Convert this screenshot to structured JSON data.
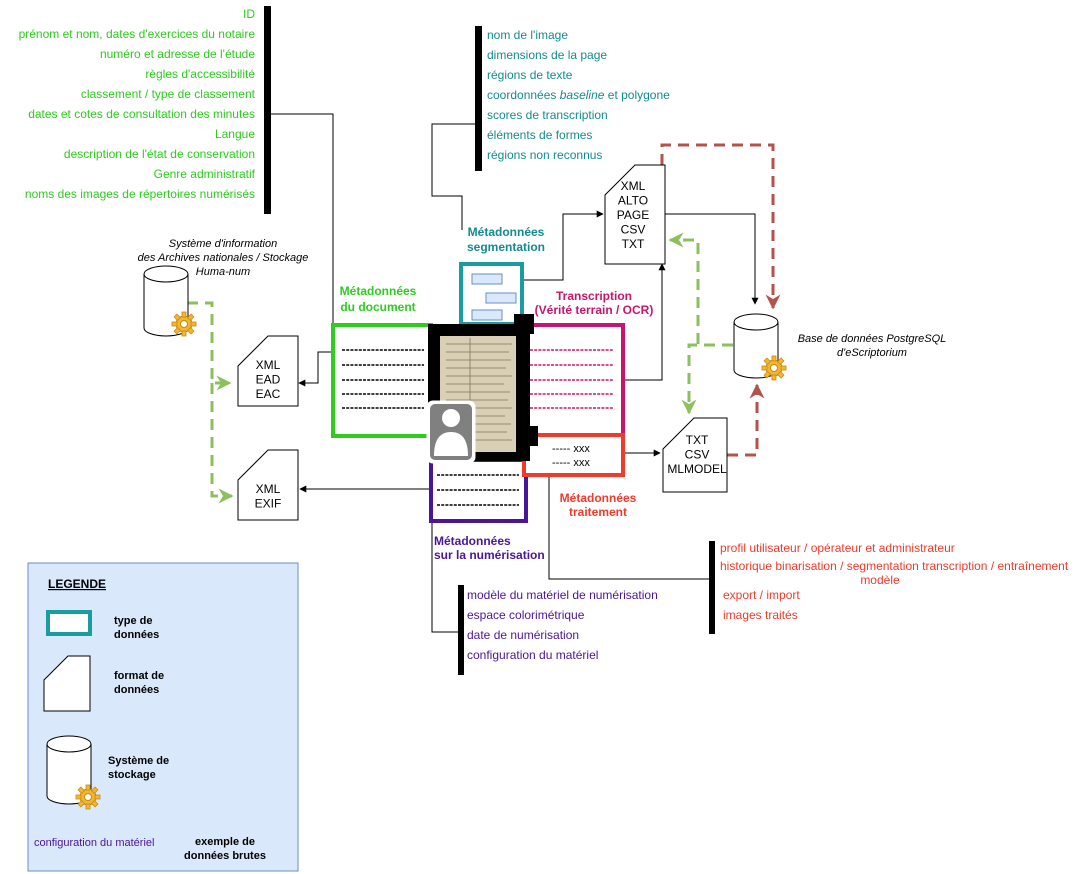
{
  "colors": {
    "green": "#2ecc1f",
    "teal": "#1a9da0",
    "teal_text": "#148b8e",
    "magenta": "#c8166f",
    "red": "#ef3b2c",
    "purple": "#4b1599",
    "dashed_green": "#8cbf5e",
    "dashed_red": "#b3534c",
    "legend_bg": "#dae8fc",
    "legend_border": "#6c8ebf"
  },
  "doc_meta_list": [
    "ID",
    "prénom et nom, dates d'exercices du notaire",
    "numéro et adresse de l'étude",
    "règles d'accessibilité",
    "classement / type de classement",
    "dates et cotes de consultation des minutes",
    "Langue",
    "description de l'état de conservation",
    "Genre administratif",
    "noms des images de répertoires numérisés"
  ],
  "seg_meta_list": [
    "nom de l'image",
    "dimensions de la page",
    "régions de texte",
    "coordonnées ",
    "scores de transcription",
    "éléments de formes",
    "régions non reconnus"
  ],
  "seg_meta_baseline_italic": "baseline",
  "seg_meta_baseline_tail": " et polygone",
  "digit_meta_list": [
    "modèle du matériel de numérisation",
    "espace colorimétrique",
    "date de numérisation",
    "configuration du matériel"
  ],
  "process_meta_list": [
    "profil utilisateur / opérateur et administrateur",
    "historique binarisation / segmentation transcription / entraînement",
    "modèle",
    "export / import",
    "images traités"
  ],
  "labels": {
    "meta_document": [
      "Métadonnées",
      "du document"
    ],
    "meta_segmentation": [
      "Métadonnées",
      "segmentation"
    ],
    "transcription": [
      "Transcription",
      "(Vérité terrain / OCR)"
    ],
    "meta_traitement": [
      "Métadonnées",
      "traitement"
    ],
    "meta_numerisation": [
      "Métadonnées",
      "sur la numérisation"
    ],
    "sia": [
      "Système d'information",
      "des Archives nationales / Stockage",
      "Huma-num"
    ],
    "postgres": [
      "Base de données PostgreSQL",
      "d'eScriptorium"
    ]
  },
  "formats": {
    "ead": [
      "XML",
      "EAD",
      "EAC"
    ],
    "exif": [
      "XML",
      "EXIF"
    ],
    "alto": [
      "XML",
      "ALTO",
      "PAGE",
      "CSV",
      "TXT"
    ],
    "mlmodel": [
      "TXT",
      "CSV",
      "MLMODEL"
    ]
  },
  "traitement_lines": [
    "----- xxx",
    "----- xxx"
  ],
  "legend": {
    "title": "LEGENDE",
    "type_donnees": [
      "type de",
      "données"
    ],
    "format_donnees": [
      "format de",
      "données"
    ],
    "systeme_stockage": [
      "Système de",
      "stockage"
    ],
    "raw_example": "configuration du matériel",
    "raw_label": [
      "exemple de",
      "données brutes"
    ]
  }
}
